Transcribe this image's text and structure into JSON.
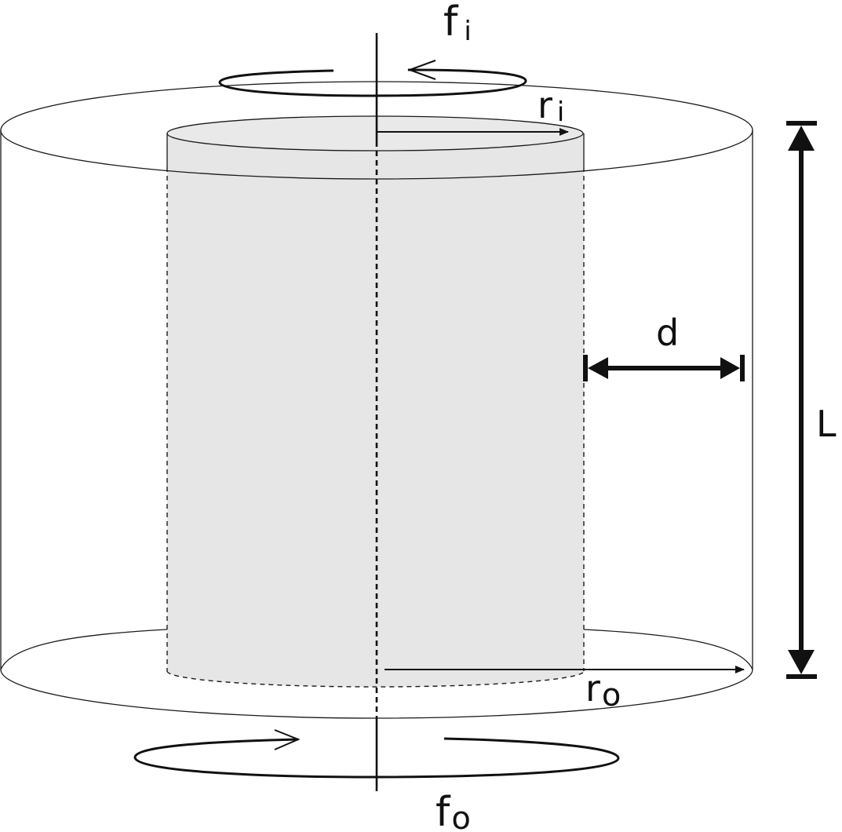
{
  "labels": {
    "f_inner": "f",
    "f_inner_sub": "i",
    "r_inner": "r",
    "r_inner_sub": "i",
    "gap": "d",
    "length": "L",
    "r_outer": "r",
    "r_outer_sub": "o",
    "f_outer": "f",
    "f_outer_sub": "o"
  },
  "colors": {
    "inner_cylinder_fill": "#e6e6e6",
    "stroke": "#111111"
  }
}
